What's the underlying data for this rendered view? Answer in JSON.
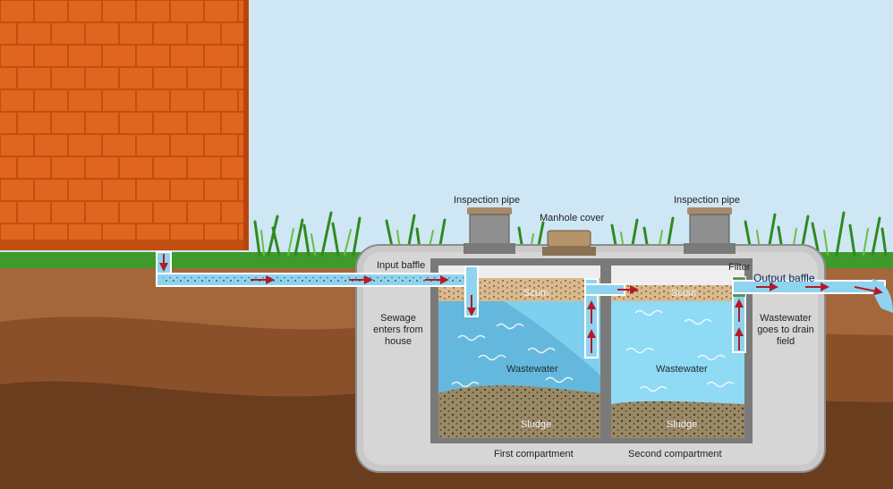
{
  "diagram": {
    "labels": {
      "inspection_pipe_left": "Inspection pipe",
      "inspection_pipe_right": "Inspection pipe",
      "manhole_cover": "Manhole cover",
      "input_baffle": "Input baffle",
      "filter": "Filter",
      "output_baffle": "Output baffle",
      "scum_left": "Scum",
      "scum_right": "Scum",
      "sewage_enters": "Sewage enters from house",
      "wastewater_left": "Wastewater",
      "wastewater_right": "Wastewater",
      "wastewater_goes": "Wastewater goes to drain field",
      "sludge_left": "Sludge",
      "sludge_right": "Sludge",
      "first_compartment": "First compartment",
      "second_compartment": "Second compartment"
    },
    "colors": {
      "sky": "#cfe6f5",
      "brick": "#e0651e",
      "mortar": "#c24f10",
      "grass": "#3f9a2b",
      "soil_light": "#a4673b",
      "soil_dark": "#6b3d1f",
      "tank_outer": "#c9c9c9",
      "tank_wall": "#7a7a7a",
      "water": "#7fd0ee",
      "water_dark": "#5aaed6",
      "scum": "#d7b58a",
      "sludge": "#8b7a5a",
      "pipe": "#8fd4ef",
      "arrow": "#b31a2a"
    }
  }
}
